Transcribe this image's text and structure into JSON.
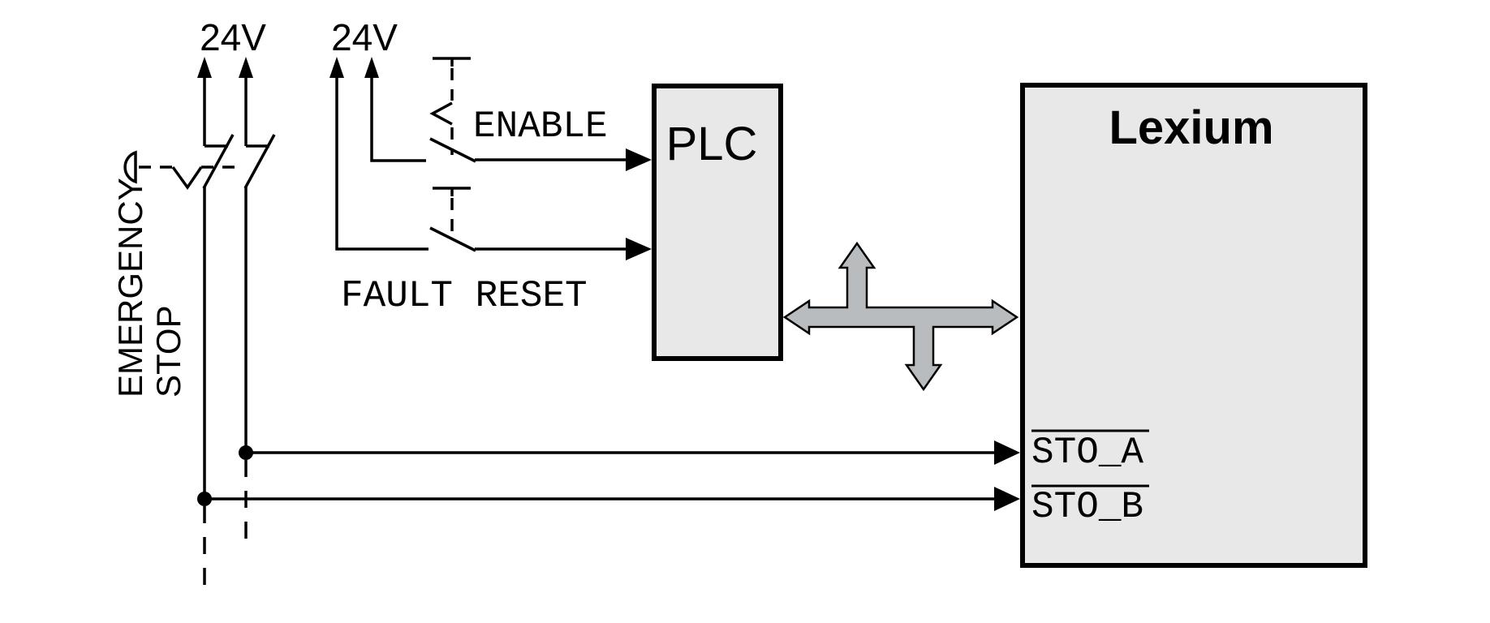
{
  "diagram": {
    "labels": {
      "supply_left": "24V",
      "supply_right": "24V",
      "emergency_stop_line1": "EMERGENCY",
      "emergency_stop_line2": "STOP",
      "enable": "ENABLE",
      "fault_reset": "FAULT RESET",
      "plc": "PLC",
      "drive": "Lexium",
      "sto_a": "STO_A",
      "sto_b": "STO_B"
    },
    "colors": {
      "wire": "#000000",
      "block_fill": "#e8e8e8",
      "block_border": "#000000",
      "fieldbus_arrow_fill": "#b9bcbe",
      "background": "#ffffff"
    }
  }
}
